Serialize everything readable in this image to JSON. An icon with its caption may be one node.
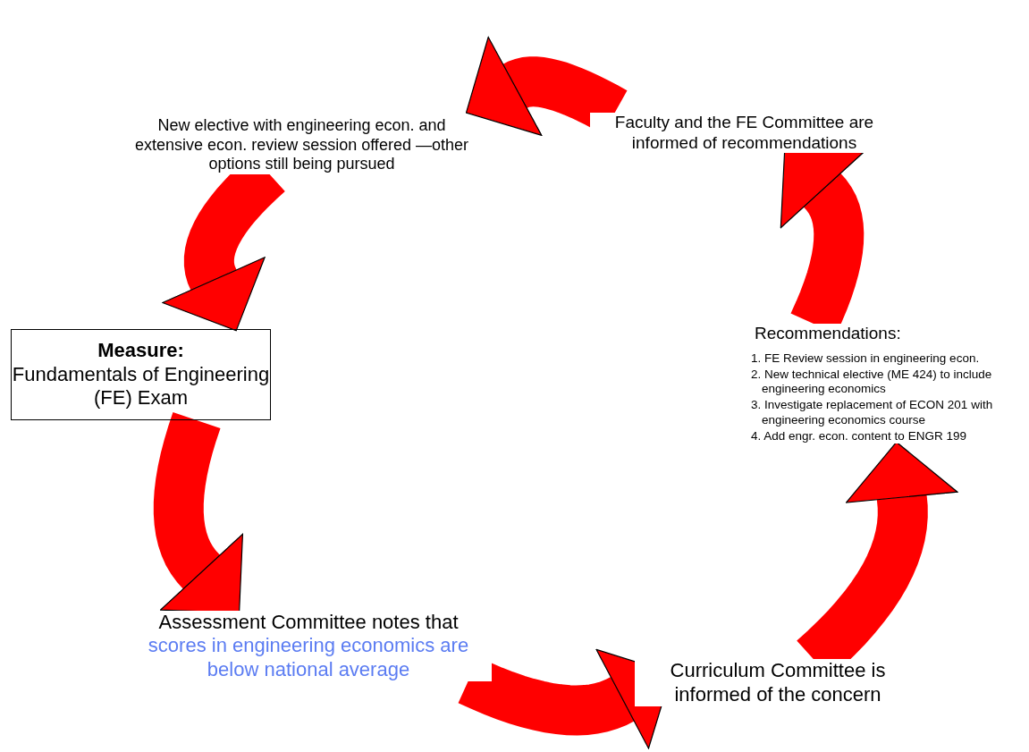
{
  "diagram": {
    "nodes": [
      {
        "text": [
          "Measure:",
          "Fundamentals of Engineering (FE) Exam"
        ]
      },
      {
        "text": [
          "Assessment Committee notes that",
          "scores in engineering economics are below national average"
        ]
      },
      {
        "text": [
          "Curriculum Committee is informed of the concern"
        ]
      },
      {
        "text": [
          "Recommendations:",
          "1. FE Review session in engineering econ.",
          "2. New technical elective (ME 424) to include engineering economics",
          "3. Investigate replacement of ECON 201 with engineering economics course",
          "4. Add engr. econ. content to ENGR 199"
        ]
      },
      {
        "text": [
          "Faculty and the FE Committee are informed of recommendations"
        ]
      },
      {
        "text": [
          "New elective with engineering econ. and extensive econ. review session offered —other options still being pursued"
        ]
      }
    ],
    "edges": [
      {
        "from": 5,
        "to": 0,
        "arrow": "to"
      },
      {
        "from": 0,
        "to": 1,
        "arrow": "to"
      },
      {
        "from": 1,
        "to": 2,
        "arrow": "to"
      },
      {
        "from": 2,
        "to": 3,
        "arrow": "to"
      },
      {
        "from": 3,
        "to": 4,
        "arrow": "to"
      },
      {
        "from": 4,
        "to": 5,
        "arrow": "to"
      }
    ]
  }
}
